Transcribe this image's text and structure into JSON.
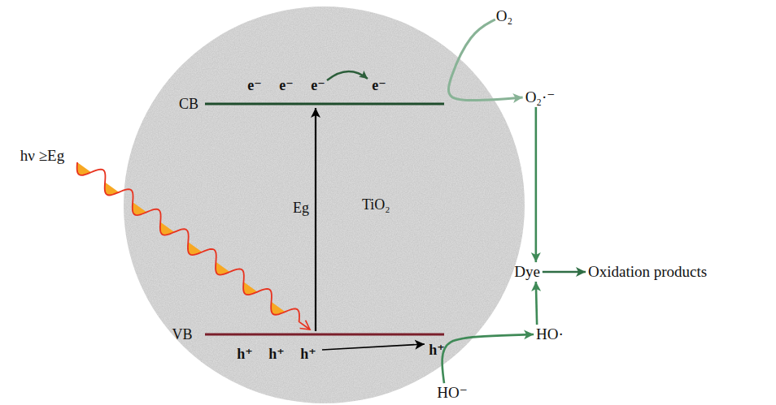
{
  "diagram": {
    "nodes": [
      {
        "text": [
          "O₂"
        ]
      },
      {
        "text": [
          "O₂·⁻"
        ]
      },
      {
        "text": [
          "TiO₂"
        ]
      },
      {
        "text": [
          "Dye"
        ]
      },
      {
        "text": [
          "Oxidation products"
        ]
      },
      {
        "text": [
          "HO·"
        ]
      },
      {
        "text": [
          "HO⁻"
        ]
      }
    ],
    "edges": [
      {
        "from": 0,
        "to": 1,
        "arrow": "to"
      },
      {
        "from": 1,
        "to": 3,
        "arrow": "to"
      },
      {
        "from": 5,
        "to": 3,
        "arrow": "to"
      },
      {
        "from": 3,
        "to": 4,
        "arrow": "to"
      },
      {
        "from": 6,
        "to": 5,
        "arrow": "to"
      }
    ],
    "labels": [
      "hν ≥Eg",
      "CB",
      "VB",
      "Eg",
      "e⁻",
      "e⁻",
      "e⁻",
      "e⁻",
      "h⁺",
      "h⁺",
      "h⁺",
      "h⁺"
    ]
  }
}
